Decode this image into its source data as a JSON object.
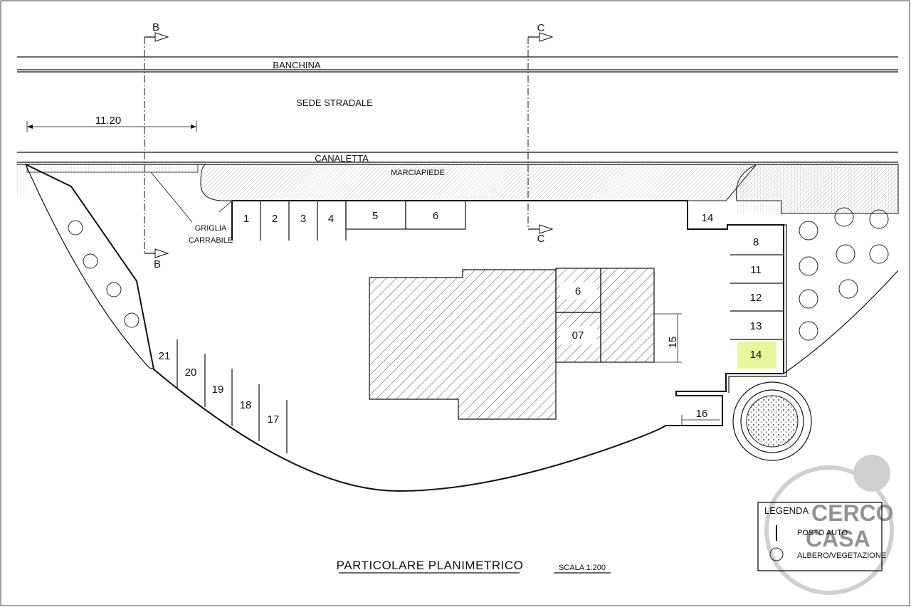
{
  "labels": {
    "banchina": "BANCHINA",
    "sede_stradale": "SEDE STRADALE",
    "canaletta": "CANALETTA",
    "marciapiede": "MARCIAPIEDE",
    "griglia_line1": "GRIGLIA",
    "griglia_line2": "CARRABILE",
    "dimension_1120": "11.20",
    "dimension_15": "15",
    "dimension_16": "16"
  },
  "section_markers": {
    "b_top": "B",
    "b_bottom": "B",
    "c_top": "C",
    "c_bottom": "C"
  },
  "parking_spaces": {
    "s1": "1",
    "s2": "2",
    "s3": "3",
    "s4": "4",
    "s5": "5",
    "s6": "6",
    "s14_top": "14",
    "s8": "8",
    "s11": "11",
    "s12": "12",
    "s13": "13",
    "s14_highlight": "14",
    "s17": "17",
    "s18": "18",
    "s19": "19",
    "s20": "20",
    "s21": "21"
  },
  "building_units": {
    "u6": "6",
    "u07": "07"
  },
  "highlight_color": "#e8f79a",
  "legend": {
    "title": "LEGENDA",
    "posto_auto": "POSTO AUTO",
    "albero": "ALBERO/VEGETAZIONE"
  },
  "footer": {
    "title": "PARTICOLARE PLANIMETRICO",
    "scale": "SCALA  1:200"
  },
  "watermark": {
    "line1": "CERCO",
    "line2": "CASA"
  }
}
